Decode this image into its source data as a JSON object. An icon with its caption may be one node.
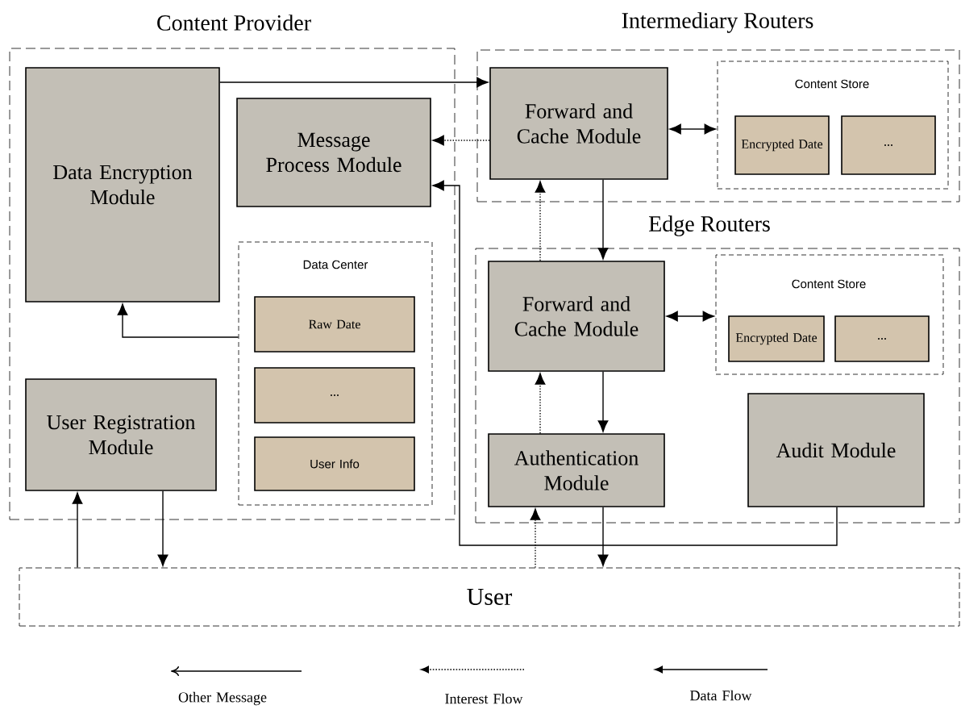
{
  "diagram": {
    "nodes": [
      {
        "text": [
          "Content Provider"
        ]
      },
      {
        "text": [
          "Data Encryption Module"
        ],
        "in": 0
      },
      {
        "text": [
          "Message Process Module"
        ],
        "in": 0
      },
      {
        "text": [
          "Data Center"
        ],
        "in": 0
      },
      {
        "text": [
          "Raw Date"
        ],
        "in": 3
      },
      {
        "text": [
          "..."
        ],
        "in": 3
      },
      {
        "text": [
          "User Info"
        ],
        "in": 3
      },
      {
        "text": [
          "User Registration Module"
        ],
        "in": 0
      },
      {
        "text": [
          "Intermediary Routers"
        ]
      },
      {
        "text": [
          "Forward and Cache Module"
        ],
        "in": 8
      },
      {
        "text": [
          "Content Store"
        ],
        "in": 8
      },
      {
        "text": [
          "Encrypted Date"
        ],
        "in": 10
      },
      {
        "text": [
          "..."
        ],
        "in": 10
      },
      {
        "text": [
          "Edge Routers"
        ]
      },
      {
        "text": [
          "Forward and Cache Module"
        ],
        "in": 13
      },
      {
        "text": [
          "Content Store"
        ],
        "in": 13
      },
      {
        "text": [
          "Encrypted Date"
        ],
        "in": 15
      },
      {
        "text": [
          "..."
        ],
        "in": 15
      },
      {
        "text": [
          "Authentication Module"
        ],
        "in": 13
      },
      {
        "text": [
          "Audit Module"
        ],
        "in": 13
      },
      {
        "text": [
          "User"
        ]
      }
    ],
    "edges": [
      {
        "from": 1,
        "to": 9,
        "arrow": "to"
      },
      {
        "from": 9,
        "to": 2,
        "arrow": "to",
        "style": "dashed"
      },
      {
        "from": 9,
        "to": 10,
        "arrow": "both"
      },
      {
        "from": 9,
        "to": 14,
        "arrow": "to"
      },
      {
        "from": 14,
        "to": 9,
        "arrow": "to",
        "style": "dashed"
      },
      {
        "from": 14,
        "to": 15,
        "arrow": "both"
      },
      {
        "from": 14,
        "to": 18,
        "arrow": "to"
      },
      {
        "from": 18,
        "to": 14,
        "arrow": "to",
        "style": "dashed"
      },
      {
        "from": 20,
        "to": 18,
        "arrow": "to",
        "style": "dashed"
      },
      {
        "from": 18,
        "to": 20,
        "arrow": "to"
      },
      {
        "from": 19,
        "to": 2,
        "arrow": "to"
      },
      {
        "from": 3,
        "to": 1,
        "arrow": "to"
      },
      {
        "from": 20,
        "to": 7,
        "arrow": "to"
      },
      {
        "from": 7,
        "to": 20,
        "arrow": "to"
      }
    ],
    "legend": [
      {
        "text": "Other Message"
      },
      {
        "text": "Interest Flow"
      },
      {
        "text": "Data Flow"
      }
    ]
  }
}
